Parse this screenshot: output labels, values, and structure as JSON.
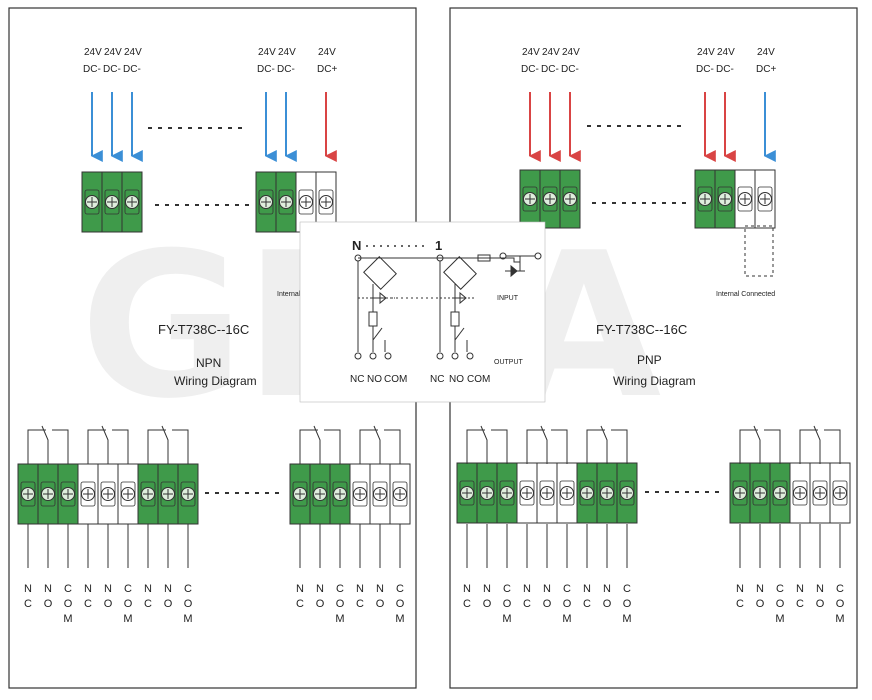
{
  "watermark": "GEYA",
  "npn_panel": {
    "model": "FY-T738C--16C",
    "type": "NPN",
    "caption": "Wiring Diagram",
    "top_left_arrows": [
      {
        "voltage": "24V",
        "polarity": "DC-",
        "color": "#3b8fd6"
      },
      {
        "voltage": "24V",
        "polarity": "DC-",
        "color": "#3b8fd6"
      },
      {
        "voltage": "24V",
        "polarity": "DC-",
        "color": "#3b8fd6"
      }
    ],
    "top_right_arrows": [
      {
        "voltage": "24V",
        "polarity": "DC-",
        "color": "#3b8fd6"
      },
      {
        "voltage": "24V",
        "polarity": "DC-",
        "color": "#3b8fd6"
      },
      {
        "voltage": "24V",
        "polarity": "DC+",
        "color": "#d94444"
      }
    ],
    "internal_label": "Internal Connected",
    "bottom_pins_left": [
      "NC",
      "NO",
      "COM",
      "NC",
      "NO",
      "COM",
      "NC",
      "NO",
      "COM"
    ],
    "bottom_pins_right": [
      "NC",
      "NO",
      "COM",
      "NC",
      "NO",
      "COM"
    ]
  },
  "pnp_panel": {
    "model": "FY-T738C--16C",
    "type": "PNP",
    "caption": "Wiring Diagram",
    "top_left_arrows": [
      {
        "voltage": "24V",
        "polarity": "DC-",
        "color": "#d94444"
      },
      {
        "voltage": "24V",
        "polarity": "DC-",
        "color": "#d94444"
      },
      {
        "voltage": "24V",
        "polarity": "DC-",
        "color": "#d94444"
      }
    ],
    "top_right_arrows": [
      {
        "voltage": "24V",
        "polarity": "DC-",
        "color": "#d94444"
      },
      {
        "voltage": "24V",
        "polarity": "DC-",
        "color": "#d94444"
      },
      {
        "voltage": "24V",
        "polarity": "DC+",
        "color": "#3b8fd6"
      }
    ],
    "internal_label": "Internal Connected",
    "bottom_pins_left": [
      "NC",
      "NO",
      "COM",
      "NC",
      "NO",
      "COM",
      "NC",
      "NO",
      "COM"
    ],
    "bottom_pins_right": [
      "NC",
      "NO",
      "COM",
      "NC",
      "NO",
      "COM"
    ]
  },
  "schematic": {
    "channel_start": "N",
    "channel_end": "1",
    "input_label": "INPUT",
    "output_label": "OUTPUT",
    "contacts": [
      "NC",
      "NO",
      "COM"
    ]
  },
  "colors": {
    "terminal_green": "#3f9a4a",
    "terminal_white": "#ffffff",
    "arrow_blue": "#3b8fd6",
    "arrow_red": "#d94444"
  }
}
